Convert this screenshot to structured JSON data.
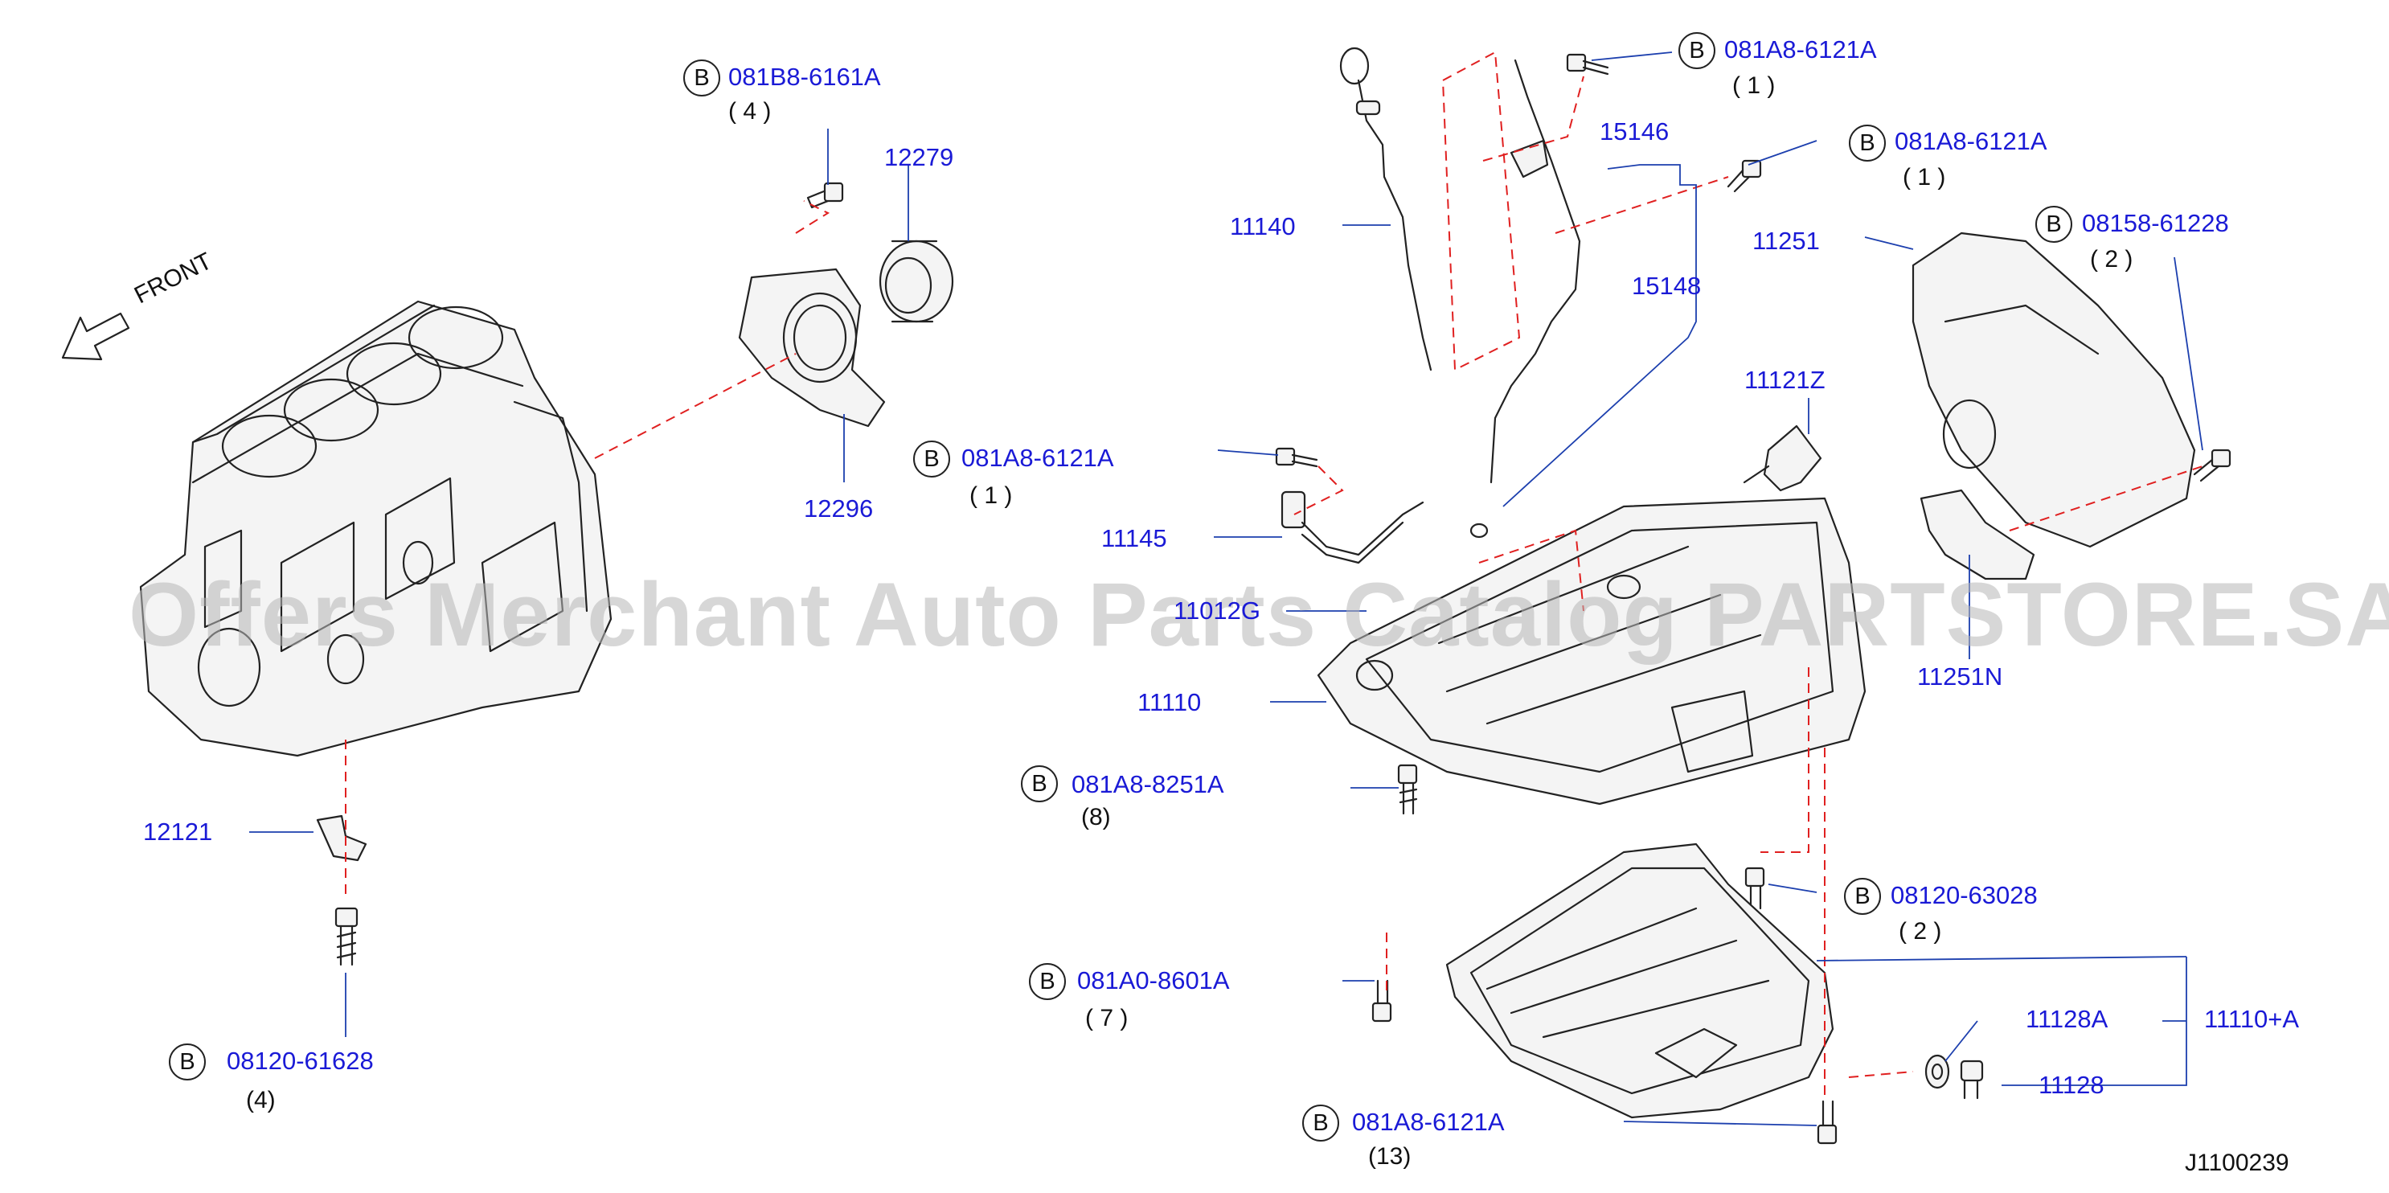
{
  "watermark": "Offers Merchant Auto Parts Catalog PARTSTORE.SA",
  "front_label": "FRONT",
  "diagram_id": "J1100239",
  "bolt_symbol": "B",
  "labels": {
    "p081B8_6161A": "081B8-6161A",
    "q081B8_6161A": "( 4 )",
    "p12279": "12279",
    "p12296": "12296",
    "p12121": "12121",
    "p08120_61628": "08120-61628",
    "q08120_61628": "(4)",
    "p081A8_6121A_top": "081A8-6121A",
    "q081A8_6121A_top": "( 1 )",
    "p081A8_6121A_2": "081A8-6121A",
    "q081A8_6121A_2": "( 1 )",
    "p15146": "15146",
    "p15148": "15148",
    "p11140": "11140",
    "p11251": "11251",
    "p08158_61228": "08158-61228",
    "q08158_61228": "( 2 )",
    "p11121Z": "11121Z",
    "p081A8_6121A_mid": "081A8-6121A",
    "q081A8_6121A_mid": "( 1 )",
    "p11145": "11145",
    "p11012G": "11012G",
    "p11110": "11110",
    "p11251N": "11251N",
    "p081A8_8251A": "081A8-8251A",
    "q081A8_8251A": "(8)",
    "p08120_63028": "08120-63028",
    "q08120_63028": "( 2 )",
    "p081A0_8601A": "081A0-8601A",
    "q081A0_8601A": "( 7 )",
    "p11128A": "11128A",
    "p11110A": "11110+A",
    "p11128": "11128",
    "p081A8_6121A_bot": "081A8-6121A",
    "q081A8_6121A_bot": "(13)"
  },
  "colors": {
    "part_number": "#1a1ad6",
    "leader_line": "#1c3fae",
    "dashed_guide": "#e02020",
    "linework": "#222222",
    "watermark": "#b8b8b8"
  }
}
